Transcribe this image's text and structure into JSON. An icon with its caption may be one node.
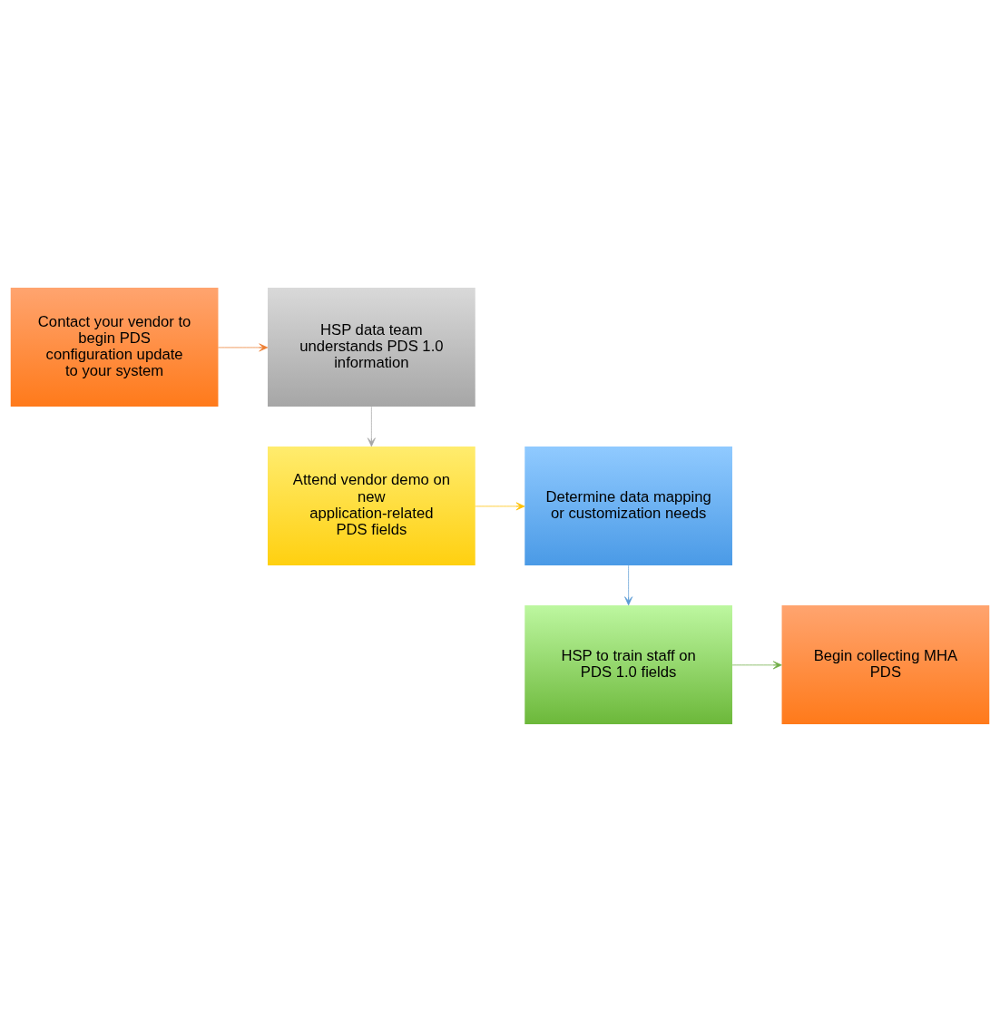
{
  "diagram": {
    "nodes": [
      {
        "text": [
          "Contact your vendor to begin PDS configuration update to your system"
        ]
      },
      {
        "text": [
          "HSP data team understands PDS 1.0 information"
        ]
      },
      {
        "text": [
          "Attend vendor demo on new application-related PDS fields"
        ]
      },
      {
        "text": [
          "Determine data mapping or customization needs"
        ]
      },
      {
        "text": [
          "HSP to train staff on PDS 1.0 fields"
        ]
      },
      {
        "text": [
          "Begin collecting MHA PDS"
        ]
      }
    ],
    "edges": [
      {
        "from": 0,
        "to": 1,
        "arrow": "to",
        "color": "#ed7d31"
      },
      {
        "from": 1,
        "to": 2,
        "arrow": "to",
        "color": "#a5a5a5"
      },
      {
        "from": 2,
        "to": 3,
        "arrow": "to",
        "color": "#ffc000"
      },
      {
        "from": 3,
        "to": 4,
        "arrow": "to",
        "color": "#5b9bd5"
      },
      {
        "from": 4,
        "to": 5,
        "arrow": "to",
        "color": "#70ad47"
      }
    ]
  }
}
